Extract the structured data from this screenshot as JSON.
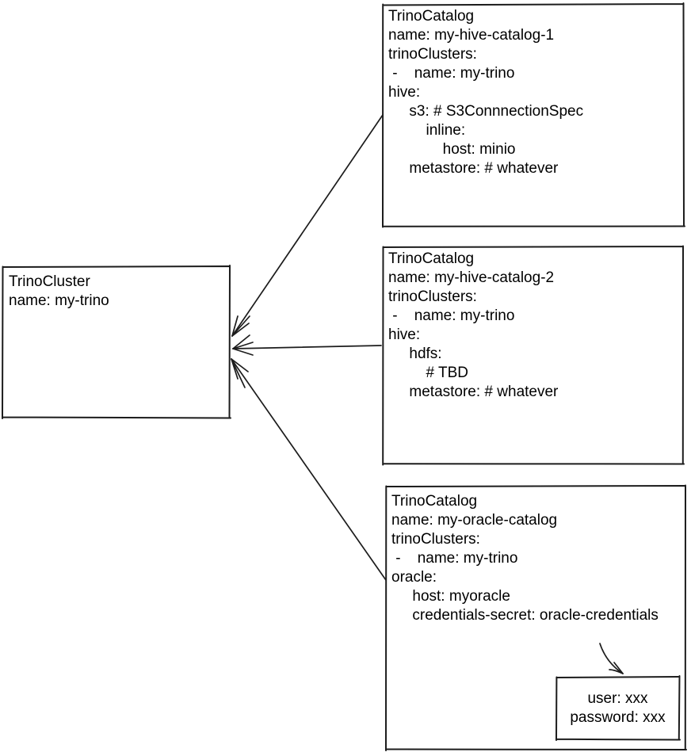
{
  "diagram": {
    "colors": {
      "stroke": "#1c1c1c",
      "background": "#ffffff",
      "text": "#000000"
    },
    "cluster_box": {
      "lines": [
        "TrinoCluster",
        "name: my-trino"
      ]
    },
    "catalog1_box": {
      "lines": [
        "TrinoCatalog",
        "name: my-hive-catalog-1",
        "trinoClusters:",
        " -    name: my-trino",
        "hive:",
        "     s3: # S3ConnnectionSpec",
        "         inline:",
        "             host: minio",
        "     metastore: # whatever"
      ]
    },
    "catalog2_box": {
      "lines": [
        "TrinoCatalog",
        "name: my-hive-catalog-2",
        "trinoClusters:",
        " -    name: my-trino",
        "hive:",
        "     hdfs:",
        "         # TBD",
        "     metastore: # whatever"
      ]
    },
    "catalog3_box": {
      "lines": [
        "TrinoCatalog",
        "name: my-oracle-catalog",
        "trinoClusters:",
        " -    name: my-trino",
        "oracle:",
        "     host: myoracle",
        "     credentials-secret: oracle-credentials"
      ]
    },
    "credentials_box": {
      "lines": [
        "user: xxx",
        "password: xxx"
      ]
    }
  }
}
